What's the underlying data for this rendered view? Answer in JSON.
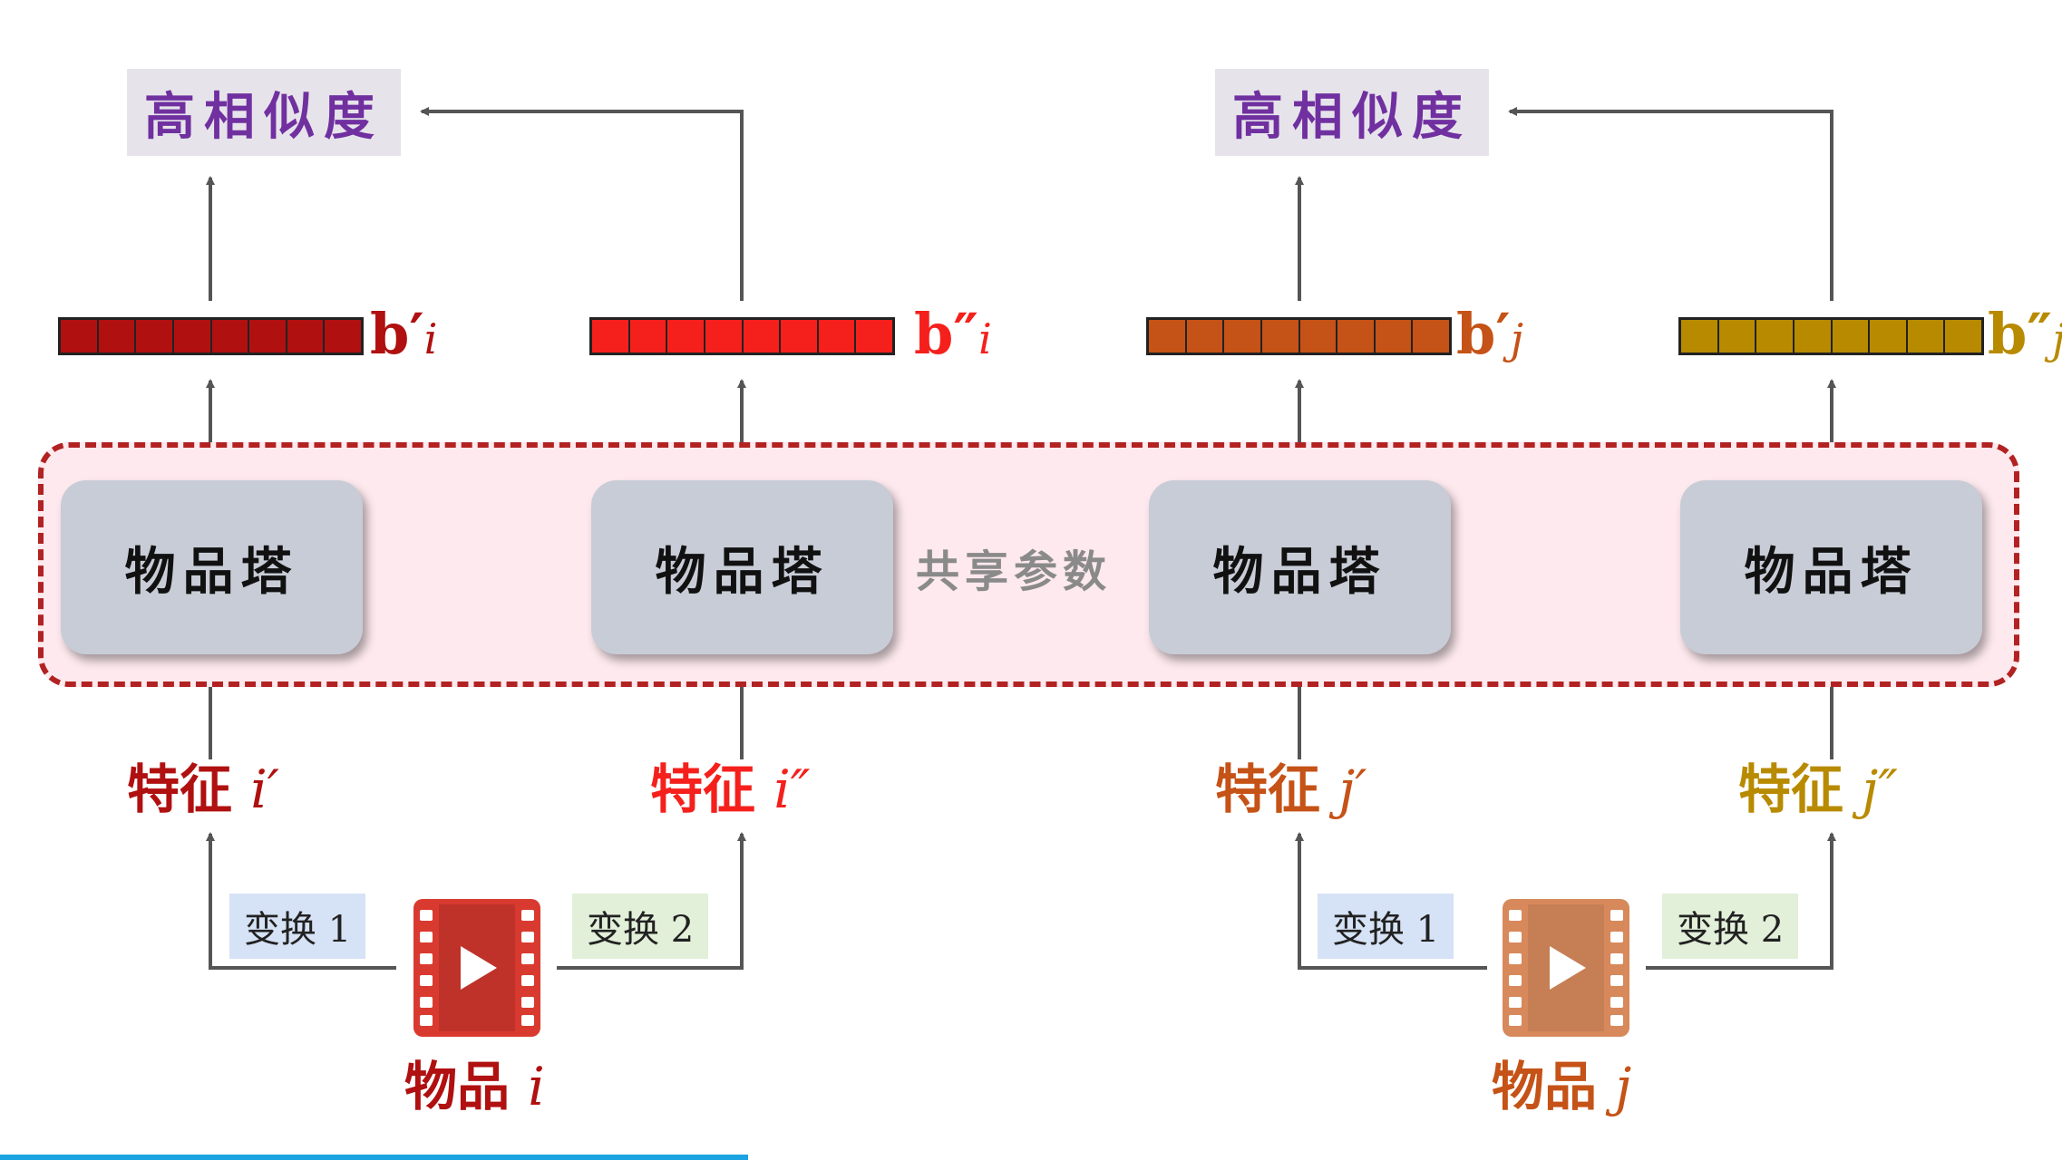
{
  "similarity": {
    "left": "高相似度",
    "right": "高相似度"
  },
  "vectors": [
    {
      "label": "b",
      "prime": "′",
      "sub": "i",
      "color": "#b01010",
      "cells": 8
    },
    {
      "label": "b",
      "prime": "″",
      "sub": "i",
      "color": "#f5201c",
      "cells": 8
    },
    {
      "label": "b",
      "prime": "′",
      "sub": "j",
      "color": "#c55216",
      "cells": 8
    },
    {
      "label": "b",
      "prime": "″",
      "sub": "j",
      "color": "#b88a00",
      "cells": 8
    }
  ],
  "towers": [
    "物品塔",
    "物品塔",
    "物品塔",
    "物品塔"
  ],
  "shared_label": "共享参数",
  "features": [
    {
      "text": "特征",
      "var": "i′",
      "color": "#b01010"
    },
    {
      "text": "特征",
      "var": "i″",
      "color": "#f5201c"
    },
    {
      "text": "特征",
      "var": "j′",
      "color": "#c55216"
    },
    {
      "text": "特征",
      "var": "j″",
      "color": "#b88a00"
    }
  ],
  "transforms": [
    "变换 1",
    "变换 2",
    "变换 1",
    "变换 2"
  ],
  "items": [
    {
      "text": "物品",
      "var": "i",
      "color": "#b01010",
      "icon": "film-play-icon",
      "icon_color": "#d93a30"
    },
    {
      "text": "物品",
      "var": "j",
      "color": "#c55216",
      "icon": "film-play-icon",
      "icon_color": "#d7895c"
    }
  ],
  "colors": {
    "arrow": "#555555",
    "similarity_text": "#7030a0",
    "shared_border": "#b22222"
  }
}
